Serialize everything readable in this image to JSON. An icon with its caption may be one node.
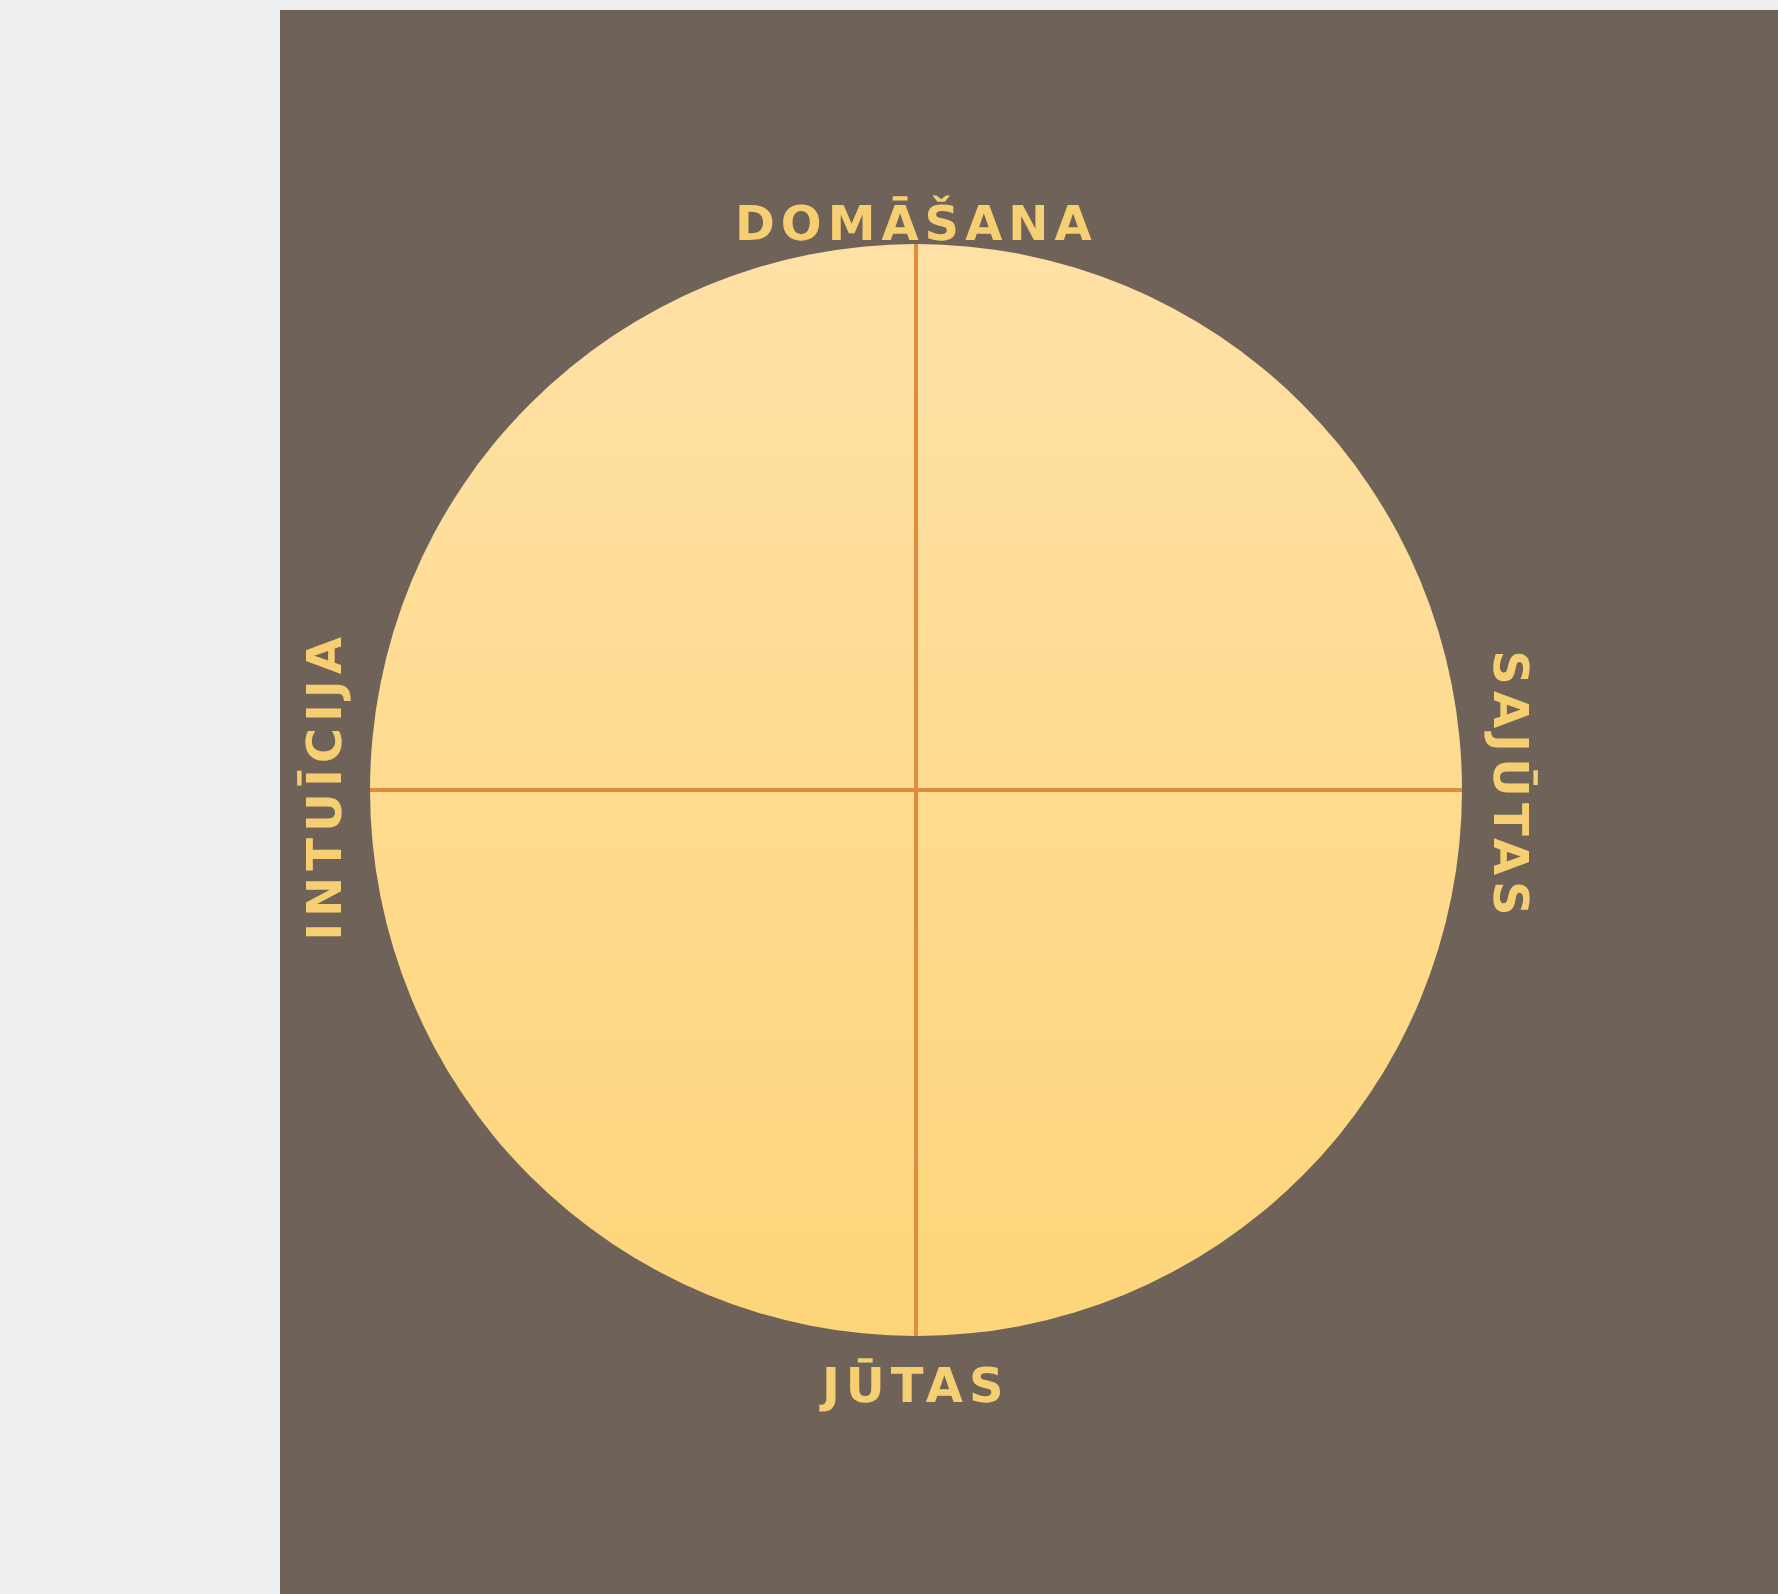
{
  "diagram": {
    "labels": [
      "DOMĀŠANA",
      "INTUĪCIJA",
      "SAJŪTAS",
      "JŪTAS"
    ]
  }
}
